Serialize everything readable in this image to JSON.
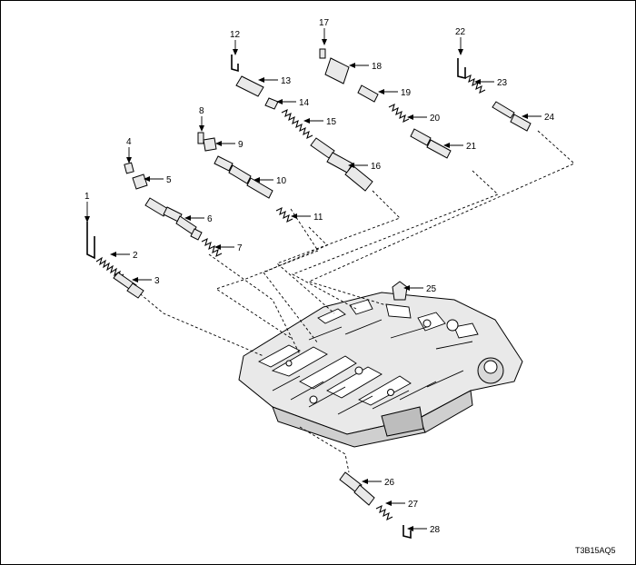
{
  "callouts": [
    "1",
    "2",
    "3",
    "4",
    "5",
    "6",
    "7",
    "8",
    "9",
    "10",
    "11",
    "12",
    "13",
    "14",
    "15",
    "16",
    "17",
    "18",
    "19",
    "20",
    "21",
    "22",
    "23",
    "24",
    "25",
    "26",
    "27",
    "28"
  ],
  "figure_code": "T3B15AQ5"
}
